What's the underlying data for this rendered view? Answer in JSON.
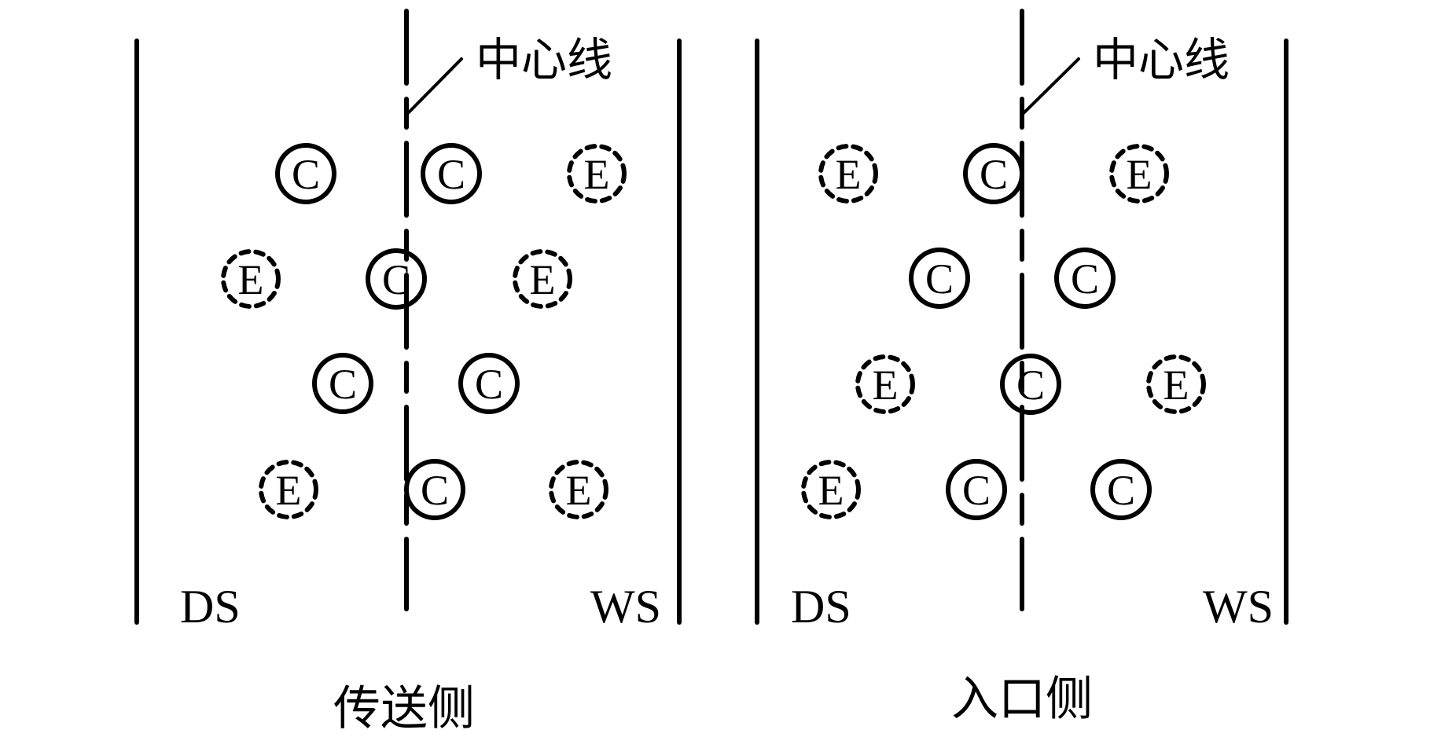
{
  "colors": {
    "ink": "#000000",
    "background": "#ffffff"
  },
  "legend": {
    "solid_circle": "C",
    "dashed_circle": "E"
  },
  "panels": [
    {
      "id": "transfer-side",
      "caption": "传送侧",
      "centerline_label": "中心线",
      "left_label": "DS",
      "right_label": "WS",
      "rows": [
        [
          "",
          "C",
          "",
          "C",
          "",
          "E"
        ],
        [
          "E",
          "",
          "C",
          "",
          "E",
          ""
        ],
        [
          "",
          "C",
          "",
          "C",
          "",
          ""
        ],
        [
          "E",
          "",
          "C",
          "",
          "E",
          ""
        ]
      ]
    },
    {
      "id": "entry-side",
      "caption": "入口侧",
      "centerline_label": "中心线",
      "left_label": "DS",
      "right_label": "WS",
      "rows": [
        [
          "E",
          "",
          "C",
          "",
          "E",
          ""
        ],
        [
          "",
          "C",
          "",
          "C",
          "",
          ""
        ],
        [
          "E",
          "",
          "C",
          "",
          "E",
          ""
        ],
        [
          "E",
          "",
          "C",
          "",
          "C",
          ""
        ]
      ]
    }
  ]
}
